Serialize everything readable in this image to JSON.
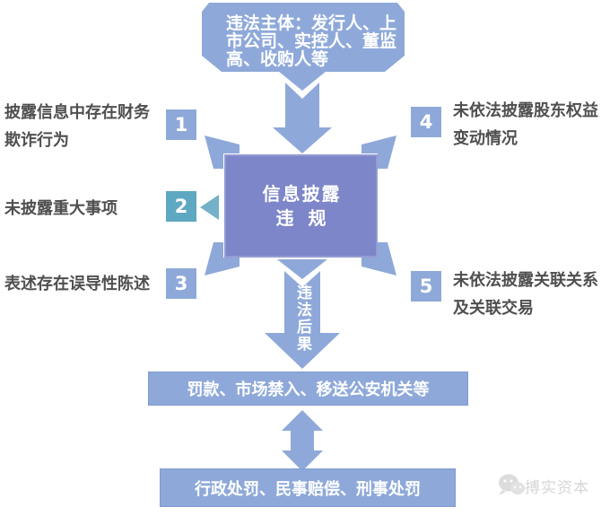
{
  "colors": {
    "light_blue": "#8EA9D9",
    "purple": "#7C86C8",
    "teal": "#5FA8C2",
    "teal_triangle": "#74B1C9",
    "text_gray": "#4F4F4F",
    "watermark_gray": "#D6D6D6"
  },
  "top_box": {
    "text": "违法主体：发行人、上市公司、实控人、董监高、收购人等"
  },
  "center_box": {
    "line1": "信息披露",
    "line2": "违规"
  },
  "left_items": [
    {
      "num": "1",
      "text": "披露信息中存在财务欺诈行为"
    },
    {
      "num": "2",
      "text": "未披露重大事项"
    },
    {
      "num": "3",
      "text": "表述存在误导性陈述"
    }
  ],
  "right_items": [
    {
      "num": "4",
      "text": "未依法披露股东权益变动情况"
    },
    {
      "num": "5",
      "text": "未依法披露关联关系及关联交易"
    }
  ],
  "consequence_arrow": {
    "label": "违法后果"
  },
  "penalty_box_1": {
    "text": "罚款、市场禁入、移送公安机关等"
  },
  "penalty_box_2": {
    "text": "行政处罚、民事赔偿、刑事处罚"
  },
  "watermark": {
    "text": "搏实资本"
  }
}
